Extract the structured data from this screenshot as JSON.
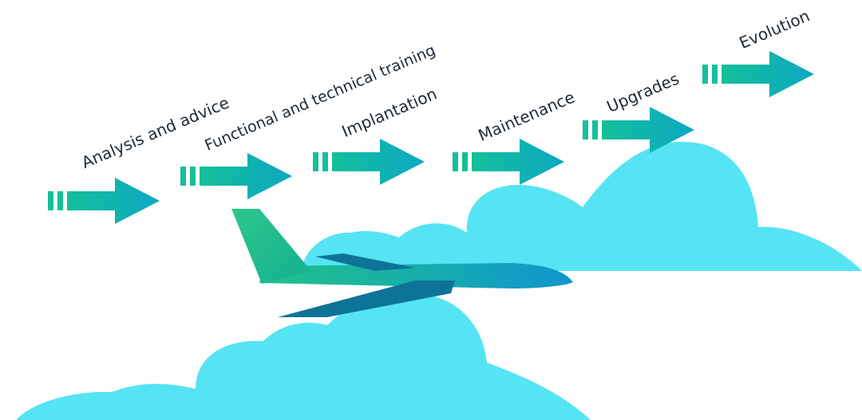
{
  "steps": [
    {
      "label": "Analysis and advice"
    },
    {
      "label": "Functional and technical training"
    },
    {
      "label": "Implantation"
    },
    {
      "label": "Maintenance"
    },
    {
      "label": "Upgrades"
    },
    {
      "label": "Evolution"
    }
  ],
  "colors": {
    "cloud": "#55e4f3",
    "arrow_start": "#14bf9a",
    "arrow_end": "#0ca8c4",
    "plane_tail": "#1cbc8a",
    "plane_body": "#13a3c8",
    "plane_wing": "#0e7497",
    "text": "#1d2b36"
  }
}
